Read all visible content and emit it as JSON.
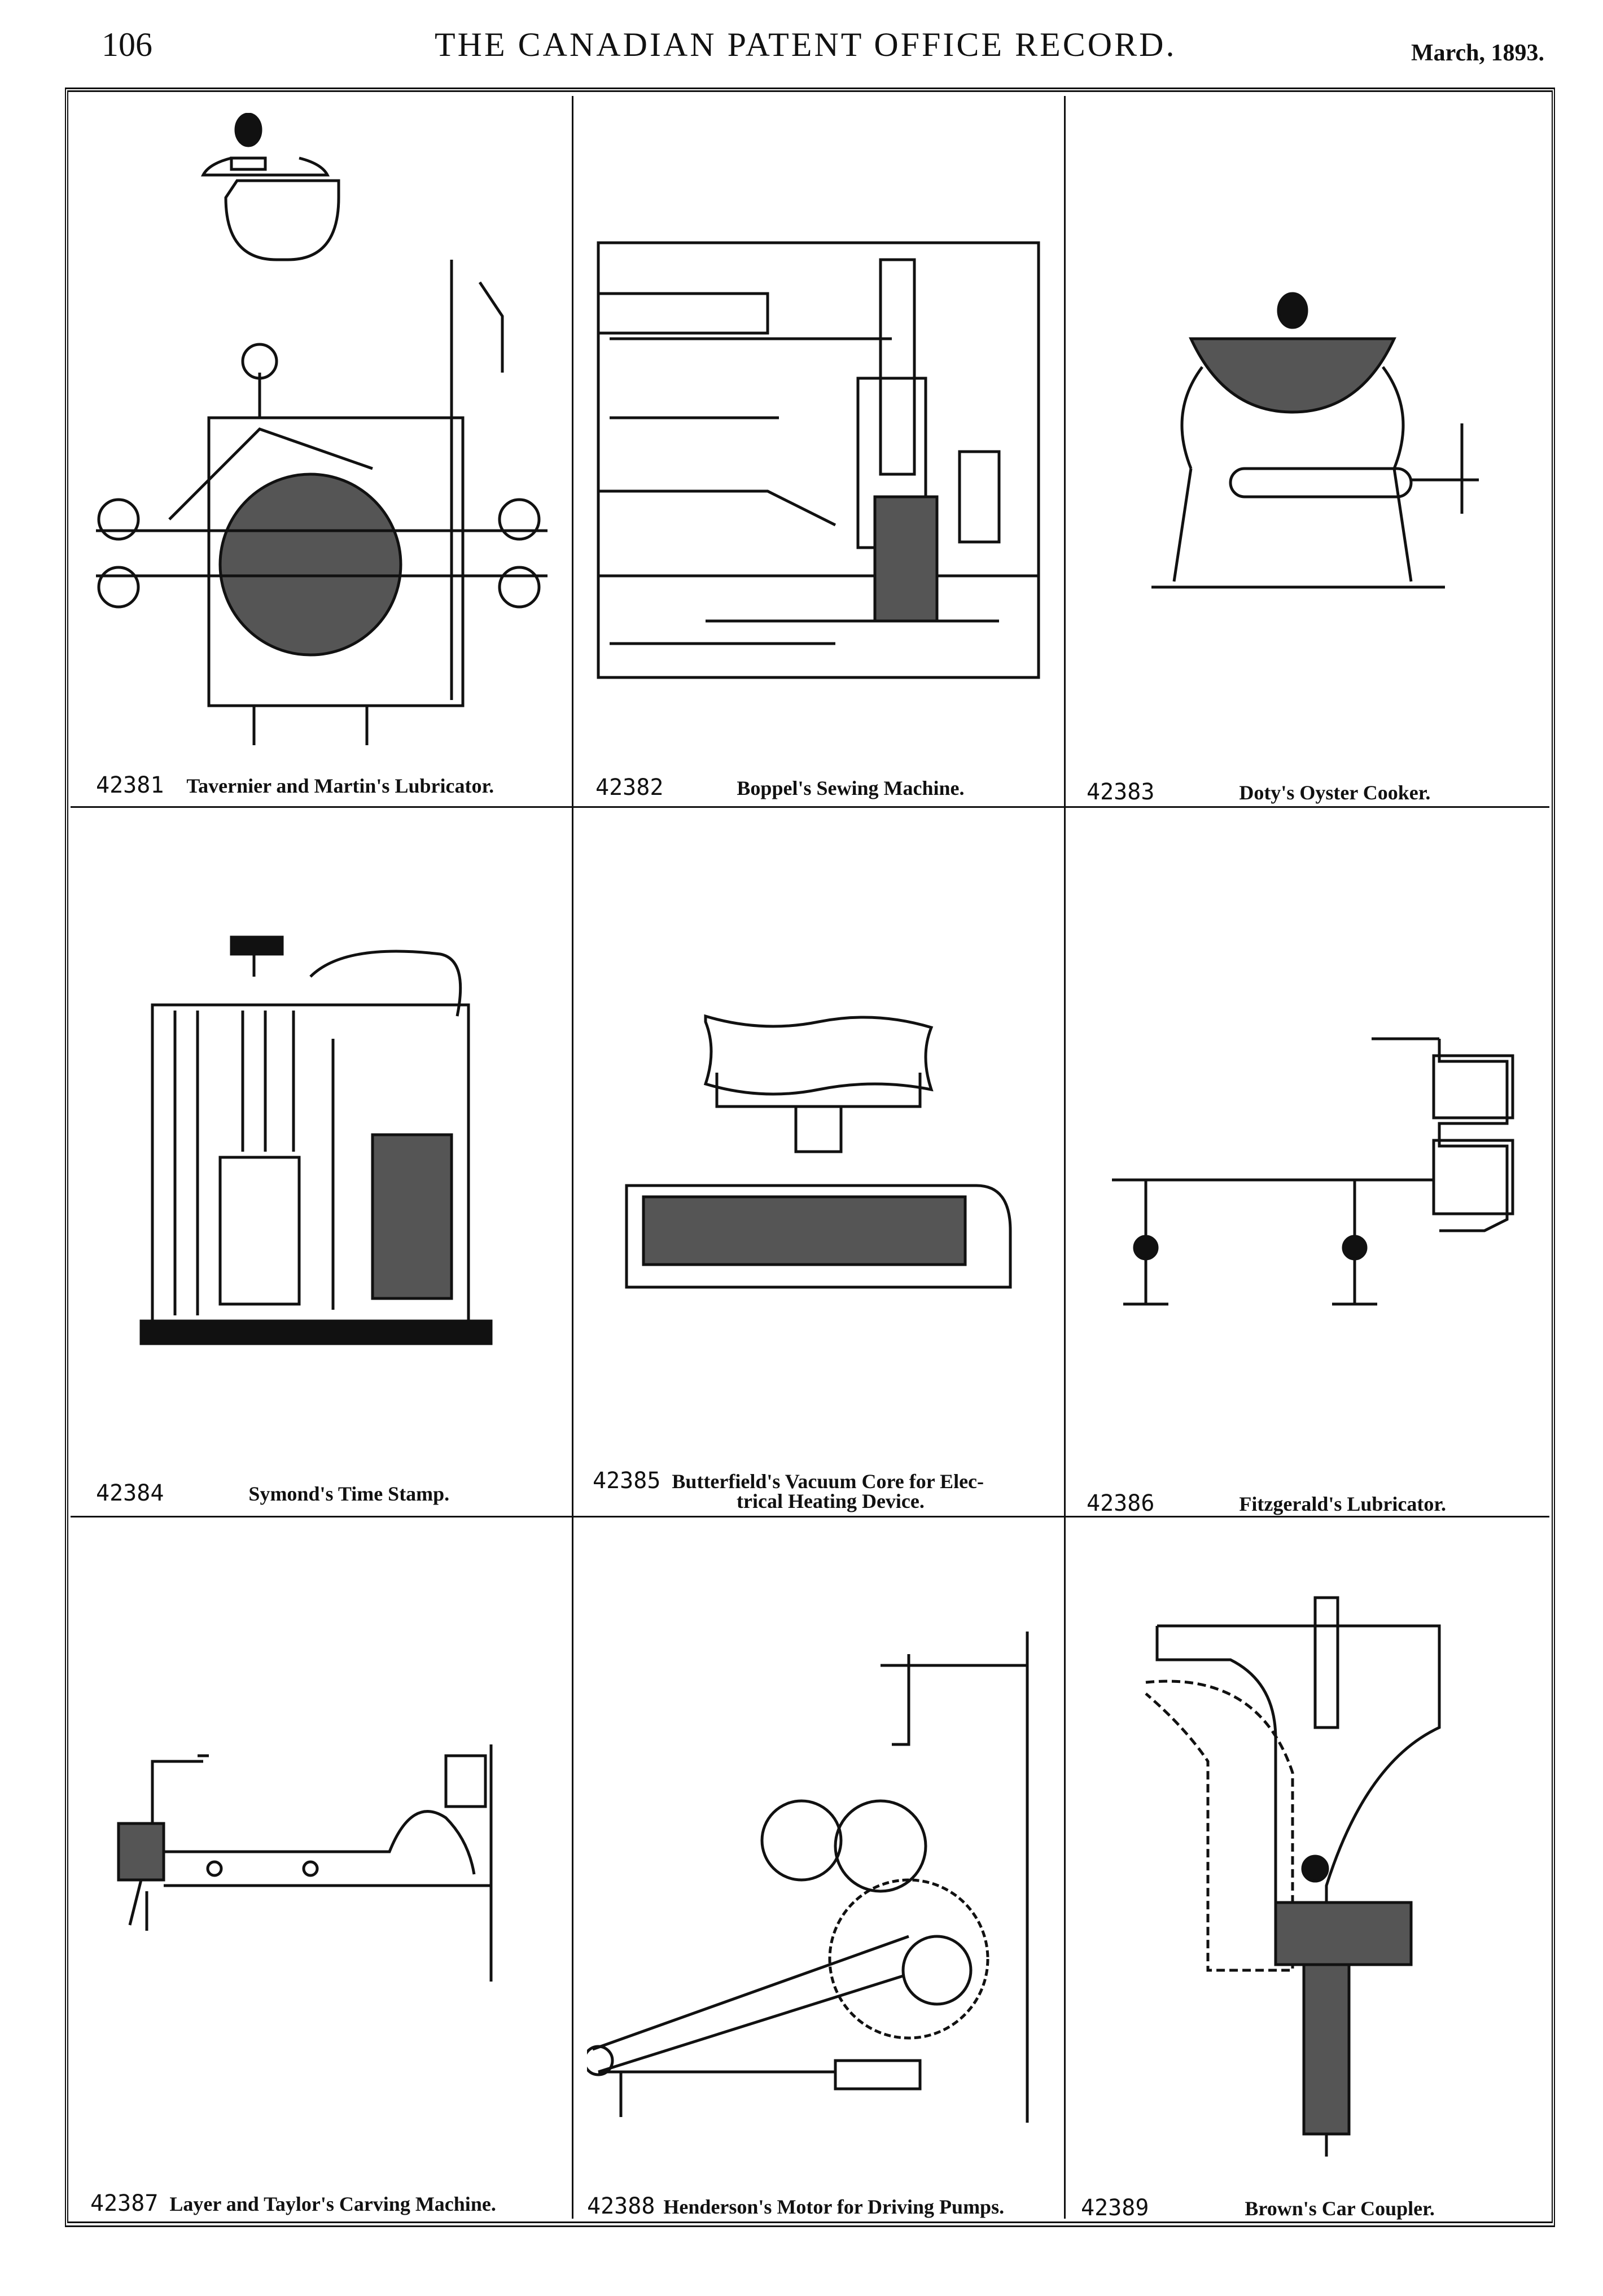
{
  "header": {
    "page_number": "106",
    "title": "THE CANADIAN PATENT OFFICE RECORD.",
    "date": "March, 1893."
  },
  "figures": [
    {
      "number": "42381",
      "title": "Tavernier and Martin's Lubricator."
    },
    {
      "number": "42382",
      "title": "Boppel's Sewing Machine."
    },
    {
      "number": "42383",
      "title": "Doty's Oyster Cooker."
    },
    {
      "number": "42384",
      "title": "Symond's Time Stamp."
    },
    {
      "number": "42385",
      "title": "Butterfield's Vacuum Core for Elec-",
      "title2": "trical Heating Device."
    },
    {
      "number": "42386",
      "title": "Fitzgerald's Lubricator."
    },
    {
      "number": "42387",
      "title": "Layer and Taylor's Carving Machine."
    },
    {
      "number": "42388",
      "title": "Henderson's Motor for Driving Pumps."
    },
    {
      "number": "42389",
      "title": "Brown's Car Coupler."
    }
  ]
}
